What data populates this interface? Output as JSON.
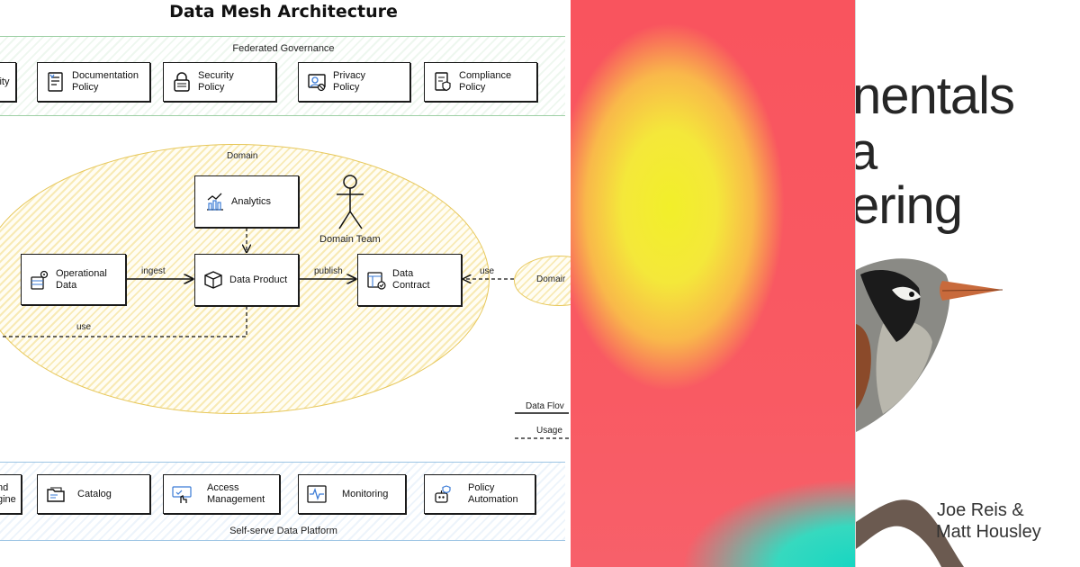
{
  "diagram": {
    "title": "Data Mesh Architecture",
    "governance": {
      "label": "Federated Governance",
      "items": [
        {
          "label": "lity",
          "icon": "quality-icon"
        },
        {
          "label": "Documentation\nPolicy",
          "icon": "document-icon"
        },
        {
          "label": "Security\nPolicy",
          "icon": "lock-icon"
        },
        {
          "label": "Privacy\nPolicy",
          "icon": "privacy-icon"
        },
        {
          "label": "Compliance\nPolicy",
          "icon": "compliance-icon"
        }
      ]
    },
    "domain": {
      "label": "Domain",
      "team_label": "Domain Team",
      "analytics": "Analytics",
      "operational_data": "Operational\nData",
      "data_product": "Data Product",
      "data_contract": "Data\nContract",
      "external_domain": "Domair",
      "edges": {
        "ingest": "ingest",
        "publish": "publish",
        "use_contract": "use",
        "use_bottom": "use"
      }
    },
    "legend": {
      "data_flow": "Data Flov",
      "usage": "Usage"
    },
    "platform": {
      "label": "Self-serve Data Platform",
      "items": [
        {
          "label": "nd\ngine",
          "icon": "engine-icon"
        },
        {
          "label": "Catalog",
          "icon": "folder-icon"
        },
        {
          "label": "Access\nManagement",
          "icon": "access-icon"
        },
        {
          "label": "Monitoring",
          "icon": "monitor-icon"
        },
        {
          "label": "Policy\nAutomation",
          "icon": "robot-icon"
        }
      ]
    }
  },
  "book": {
    "title_lines": [
      "nentals",
      "a",
      "ering"
    ],
    "authors": [
      "Joe Reis &",
      "Matt Housley"
    ]
  }
}
